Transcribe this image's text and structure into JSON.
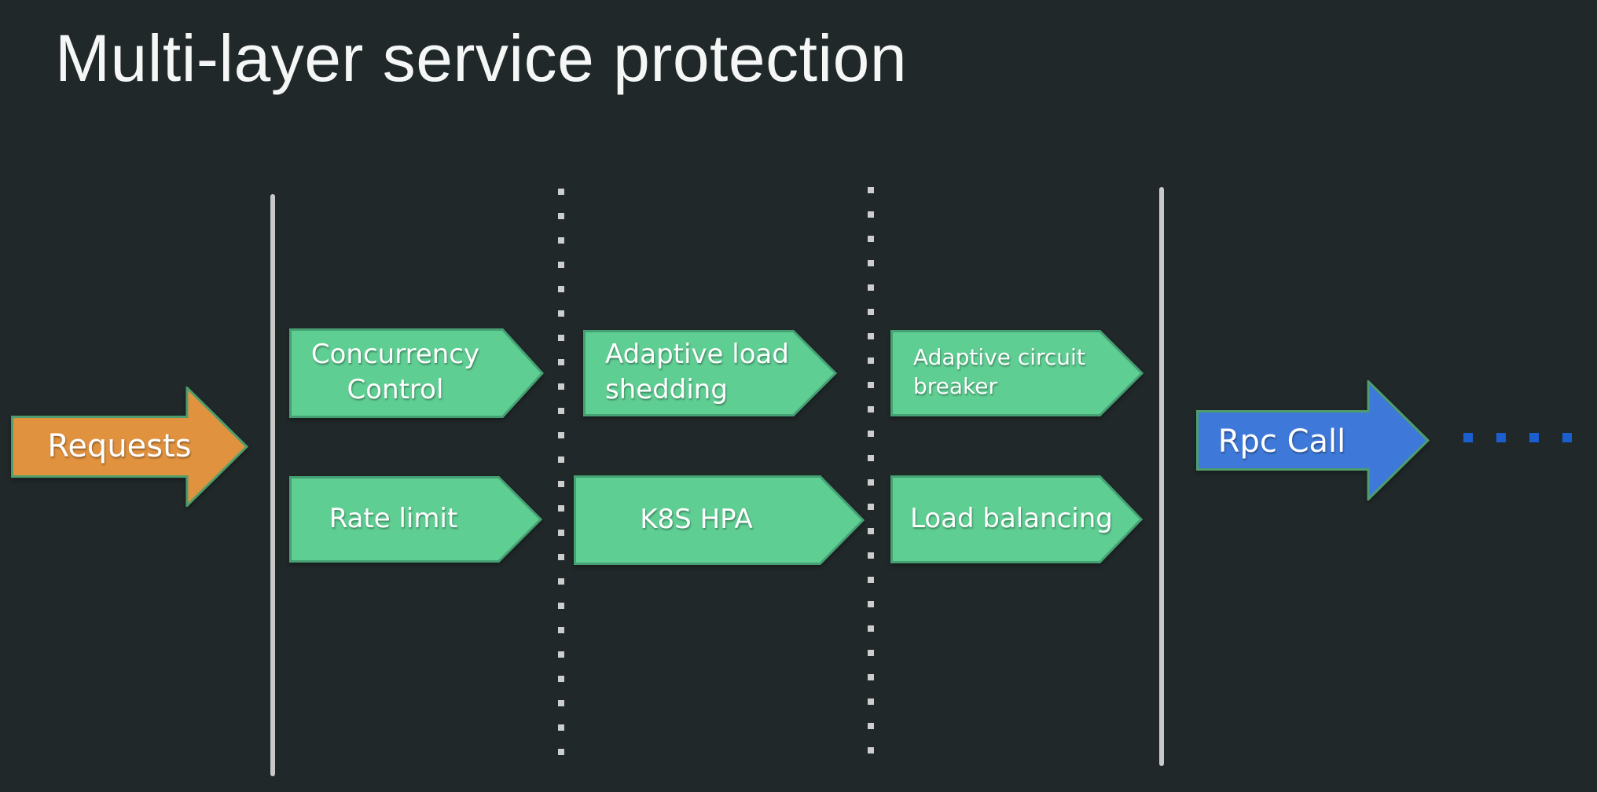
{
  "title": "Multi-layer service protection",
  "colors": {
    "background": "#212829",
    "title_text": "#F5F6F6",
    "label_text": "#FFFFFF",
    "stage_fill": "#5FCE93",
    "stage_stroke": "#45A173",
    "input_fill": "#E0923F",
    "output_fill": "#3E79D9",
    "outline_stroke": "#4E9D6C",
    "boundary_line": "#C8C8C8",
    "dotted_divider": "#CDCDCD",
    "trail_dot": "#1A5ECF"
  },
  "input_arrow": {
    "label": "Requests"
  },
  "output_arrow": {
    "label": "Rpc Call"
  },
  "stages": [
    {
      "label": "Concurrency\nControl"
    },
    {
      "label": "Adaptive load\nshedding"
    },
    {
      "label": "Adaptive circuit\nbreaker"
    },
    {
      "label": "Rate limit"
    },
    {
      "label": "K8S HPA"
    },
    {
      "label": "Load balancing"
    }
  ]
}
